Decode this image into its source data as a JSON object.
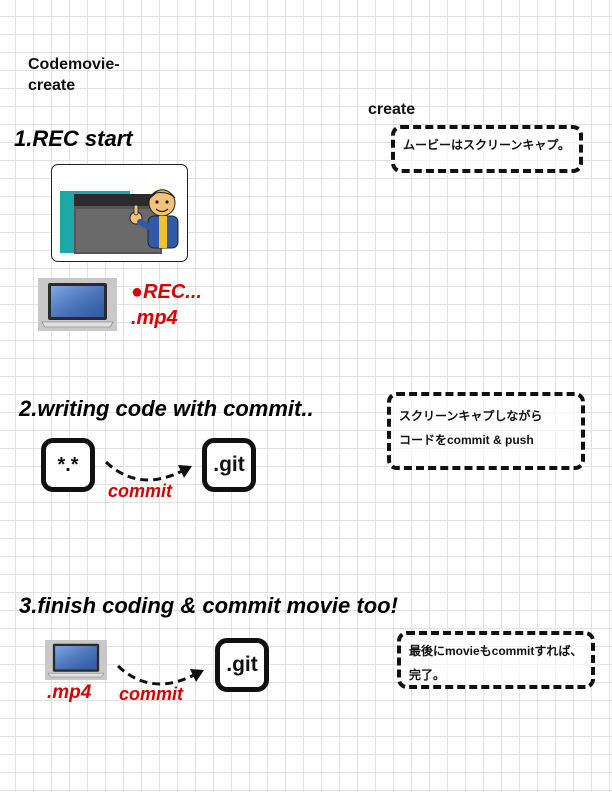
{
  "header": {
    "title": "Codemovie-\ncreate",
    "create_label": "create"
  },
  "step1": {
    "title": "1.REC start",
    "rec_label": "●REC...",
    "file_label": ".mp4",
    "note": "ムービーはスクリーンキャプ。"
  },
  "step2": {
    "title": "2.writing code with commit..",
    "editor_key": "*.*",
    "git_key": ".git",
    "arrow_label": "commit",
    "note_lines": [
      "スクリーンキャプしながら",
      "コードをcommit & push"
    ]
  },
  "step3": {
    "title": "3.finish coding & commit movie too!",
    "file_label": ".mp4",
    "git_key": ".git",
    "arrow_label": "commit",
    "note_lines": [
      "最後にmovieもcommitすれば、",
      "完了。"
    ]
  },
  "colors": {
    "accent_red": "#d40000",
    "border": "#111111",
    "grid": "#e2e2e2"
  },
  "icons": [
    "screen-capture-icon",
    "mascot-icon",
    "laptop-icon",
    "curved-arrow-icon"
  ]
}
